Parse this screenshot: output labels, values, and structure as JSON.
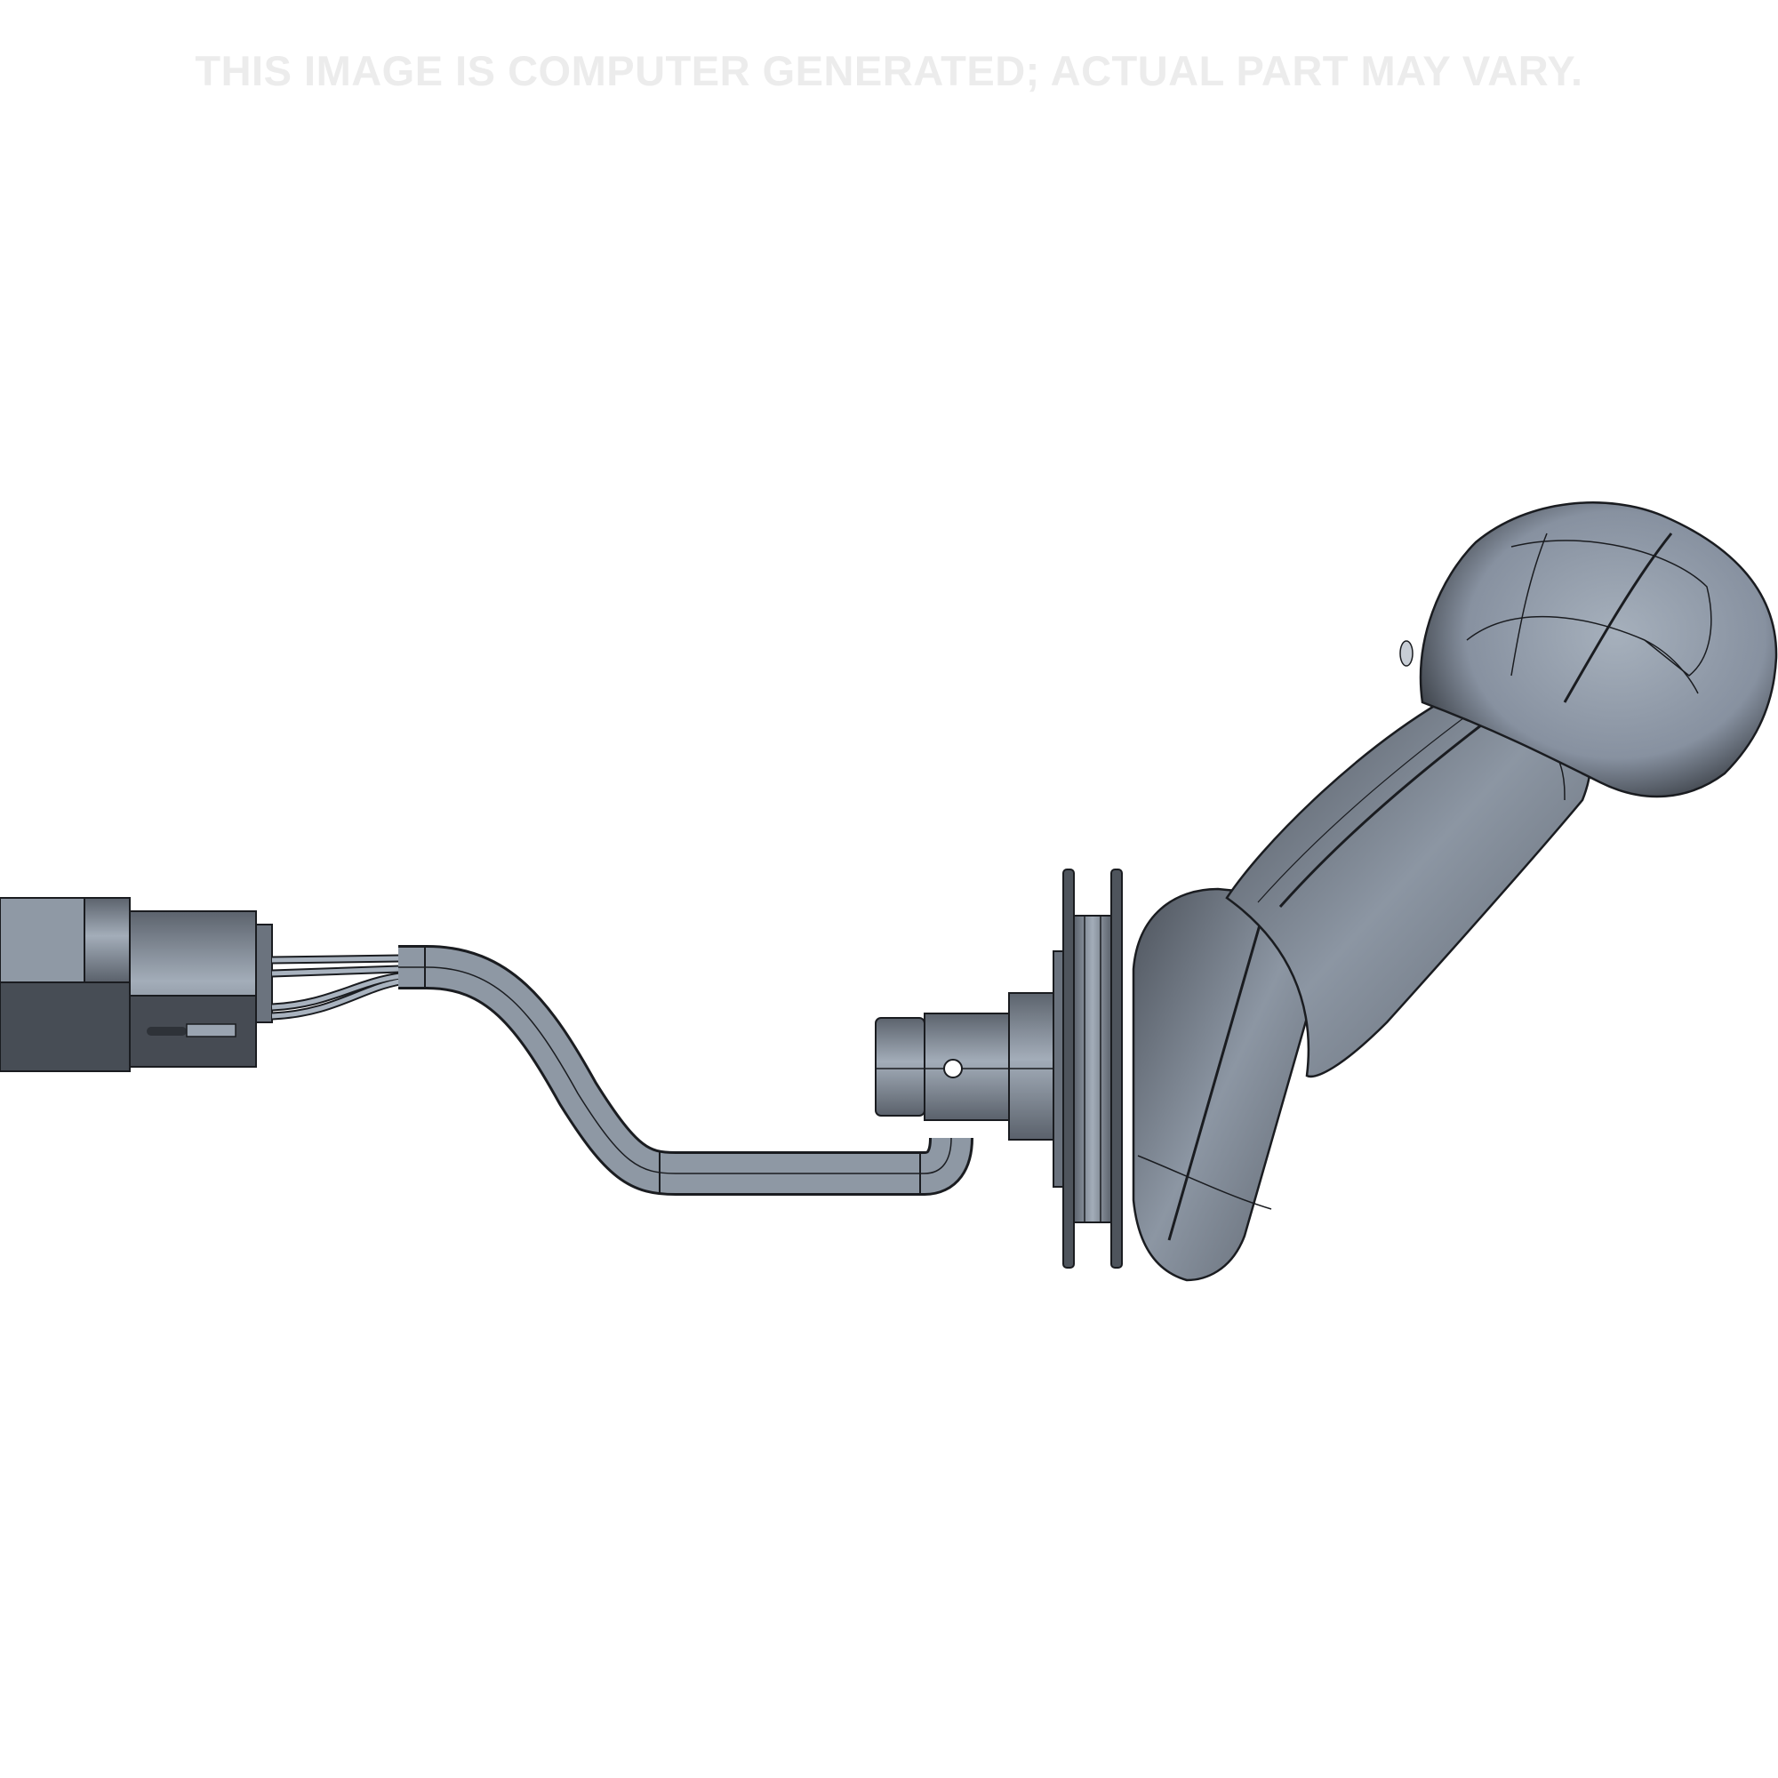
{
  "watermark": {
    "text": "THIS IMAGE IS COMPUTER GENERATED; ACTUAL PART MAY VARY.",
    "color": "#ececec"
  },
  "product_render": {
    "subject": "joystick-handle-assembly",
    "components": [
      {
        "name": "electrical-connector"
      },
      {
        "name": "wire-leads"
      },
      {
        "name": "cable-sheath"
      },
      {
        "name": "mounting-shaft"
      },
      {
        "name": "pulley-flange"
      },
      {
        "name": "boot-base"
      },
      {
        "name": "grip-handle"
      },
      {
        "name": "grip-head"
      }
    ],
    "colors": {
      "body_light": "#9aa4b1",
      "body_mid": "#7b8491",
      "body_dark": "#4a5059",
      "outline": "#1a1c20",
      "background": "#ffffff"
    }
  }
}
